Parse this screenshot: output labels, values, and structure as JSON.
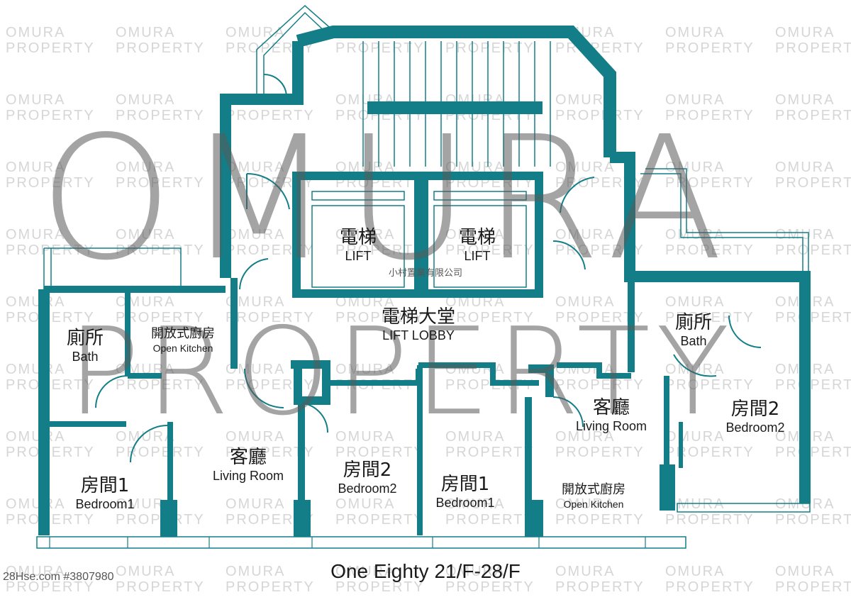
{
  "colors": {
    "wall": "#137e87",
    "watermark_small": "#d6d6d6",
    "watermark_big": "#5a5a5a"
  },
  "watermark": {
    "line1": "OMURA",
    "line2": "PROPERTY"
  },
  "agency_name": "小村置業有限公司",
  "rooms": {
    "lift_left": {
      "zh": "電梯",
      "en": "LIFT"
    },
    "lift_right": {
      "zh": "電梯",
      "en": "LIFT"
    },
    "lift_lobby": {
      "zh": "電梯大堂",
      "en": "LIFT LOBBY"
    },
    "bath_left": {
      "zh": "廁所",
      "en": "Bath"
    },
    "kitchen_left": {
      "zh": "開放式廚房",
      "en": "Open Kitchen"
    },
    "bedroom1_left": {
      "zh": "房間1",
      "en": "Bedroom1"
    },
    "living_left": {
      "zh": "客廳",
      "en": "Living Room"
    },
    "bedroom2_mid": {
      "zh": "房間2",
      "en": "Bedroom2"
    },
    "bedroom1_mid": {
      "zh": "房間1",
      "en": "Bedroom1"
    },
    "kitchen_right": {
      "zh": "開放式廚房",
      "en": "Open Kitchen"
    },
    "living_right": {
      "zh": "客廳",
      "en": "Living Room"
    },
    "bath_right": {
      "zh": "廁所",
      "en": "Bath"
    },
    "bedroom2_right": {
      "zh": "房間2",
      "en": "Bedroom2"
    }
  },
  "caption": "One Eighty 21/F-28/F",
  "listing_id": "28Hse.com #3807980"
}
